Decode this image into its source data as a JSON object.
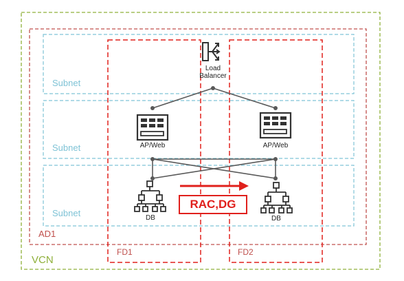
{
  "vcn": {
    "label": "VCN"
  },
  "ad": {
    "label": "AD1"
  },
  "subnets": [
    {
      "label": "Subnet"
    },
    {
      "label": "Subnet"
    },
    {
      "label": "Subnet"
    }
  ],
  "fault_domains": [
    {
      "label": "FD1"
    },
    {
      "label": "FD2"
    }
  ],
  "nodes": {
    "load_balancer": {
      "label_line1": "Load",
      "label_line2": "Balancer",
      "icon": "load-balancer-icon"
    },
    "app_web_1": {
      "label": "AP/Web",
      "icon": "web-server-icon"
    },
    "app_web_2": {
      "label": "AP/Web",
      "icon": "web-server-icon"
    },
    "db_1": {
      "label": "DB",
      "icon": "database-network-icon"
    },
    "db_2": {
      "label": "DB",
      "icon": "database-network-icon"
    }
  },
  "replication": {
    "label": "RAC,DG",
    "icon": "arrow-right-icon"
  },
  "colors": {
    "vcn": "#8fb03a",
    "ad": "#c0504d",
    "subnet": "#7fc3d6",
    "fault_domain": "#e0201c",
    "connector": "#595959",
    "icon": "#333333"
  }
}
